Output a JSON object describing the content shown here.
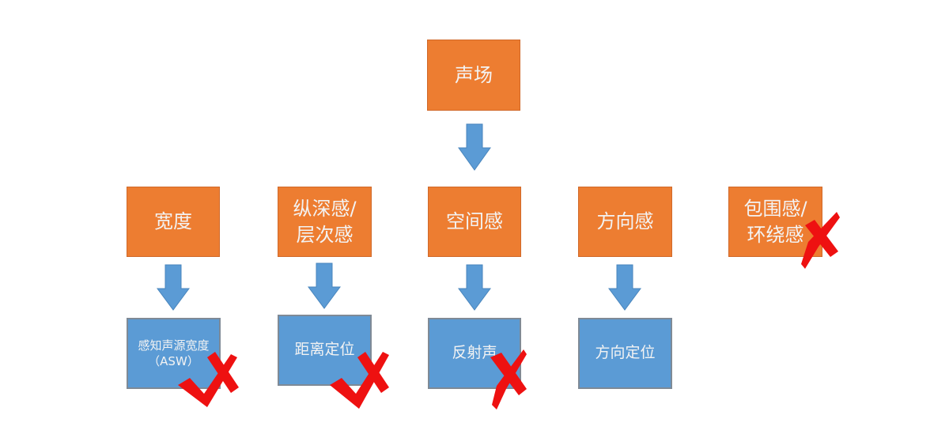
{
  "root": {
    "label": "声场"
  },
  "level2": [
    {
      "label": "宽度"
    },
    {
      "label": "纵深感/\n层次感"
    },
    {
      "label": "空间感"
    },
    {
      "label": "方向感"
    },
    {
      "label": "包围感/\n环绕感",
      "mark": "cross"
    }
  ],
  "level3": [
    {
      "label": "感知声源宽度\n（ASW）",
      "mark": "check-cross"
    },
    {
      "label": "距离定位",
      "mark": "check-cross"
    },
    {
      "label": "反射声",
      "mark": "cross"
    },
    {
      "label": "方向定位"
    }
  ],
  "colors": {
    "orange": "#ED7D31",
    "blue": "#5B9BD5",
    "arrow": "#5B9BD5",
    "mark": "#EE1111"
  }
}
